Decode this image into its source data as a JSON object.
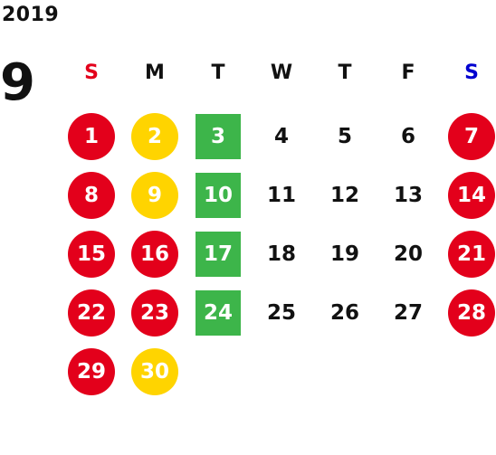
{
  "calendar": {
    "year": "2019",
    "month": "9",
    "weekdays": [
      {
        "label": "S",
        "color": "#e3001b"
      },
      {
        "label": "M",
        "color": "#111111"
      },
      {
        "label": "T",
        "color": "#111111"
      },
      {
        "label": "W",
        "color": "#111111"
      },
      {
        "label": "T",
        "color": "#111111"
      },
      {
        "label": "F",
        "color": "#111111"
      },
      {
        "label": "S",
        "color": "#0000d0"
      }
    ],
    "colors": {
      "holiday_red": "#e3001b",
      "holiday_yellow": "#ffd400",
      "special_green": "#3db54a",
      "plain_text": "#111111"
    },
    "weeks": [
      [
        {
          "day": "1",
          "style": "red"
        },
        {
          "day": "2",
          "style": "yellow"
        },
        {
          "day": "3",
          "style": "green"
        },
        {
          "day": "4",
          "style": "plain"
        },
        {
          "day": "5",
          "style": "plain"
        },
        {
          "day": "6",
          "style": "plain"
        },
        {
          "day": "7",
          "style": "red"
        }
      ],
      [
        {
          "day": "8",
          "style": "red"
        },
        {
          "day": "9",
          "style": "yellow"
        },
        {
          "day": "10",
          "style": "green"
        },
        {
          "day": "11",
          "style": "plain"
        },
        {
          "day": "12",
          "style": "plain"
        },
        {
          "day": "13",
          "style": "plain"
        },
        {
          "day": "14",
          "style": "red"
        }
      ],
      [
        {
          "day": "15",
          "style": "red"
        },
        {
          "day": "16",
          "style": "red"
        },
        {
          "day": "17",
          "style": "green"
        },
        {
          "day": "18",
          "style": "plain"
        },
        {
          "day": "19",
          "style": "plain"
        },
        {
          "day": "20",
          "style": "plain"
        },
        {
          "day": "21",
          "style": "red"
        }
      ],
      [
        {
          "day": "22",
          "style": "red"
        },
        {
          "day": "23",
          "style": "red"
        },
        {
          "day": "24",
          "style": "green"
        },
        {
          "day": "25",
          "style": "plain"
        },
        {
          "day": "26",
          "style": "plain"
        },
        {
          "day": "27",
          "style": "plain"
        },
        {
          "day": "28",
          "style": "red"
        }
      ],
      [
        {
          "day": "29",
          "style": "red"
        },
        {
          "day": "30",
          "style": "yellow"
        },
        {
          "day": "",
          "style": "empty"
        },
        {
          "day": "",
          "style": "empty"
        },
        {
          "day": "",
          "style": "empty"
        },
        {
          "day": "",
          "style": "empty"
        },
        {
          "day": "",
          "style": "empty"
        }
      ]
    ]
  }
}
